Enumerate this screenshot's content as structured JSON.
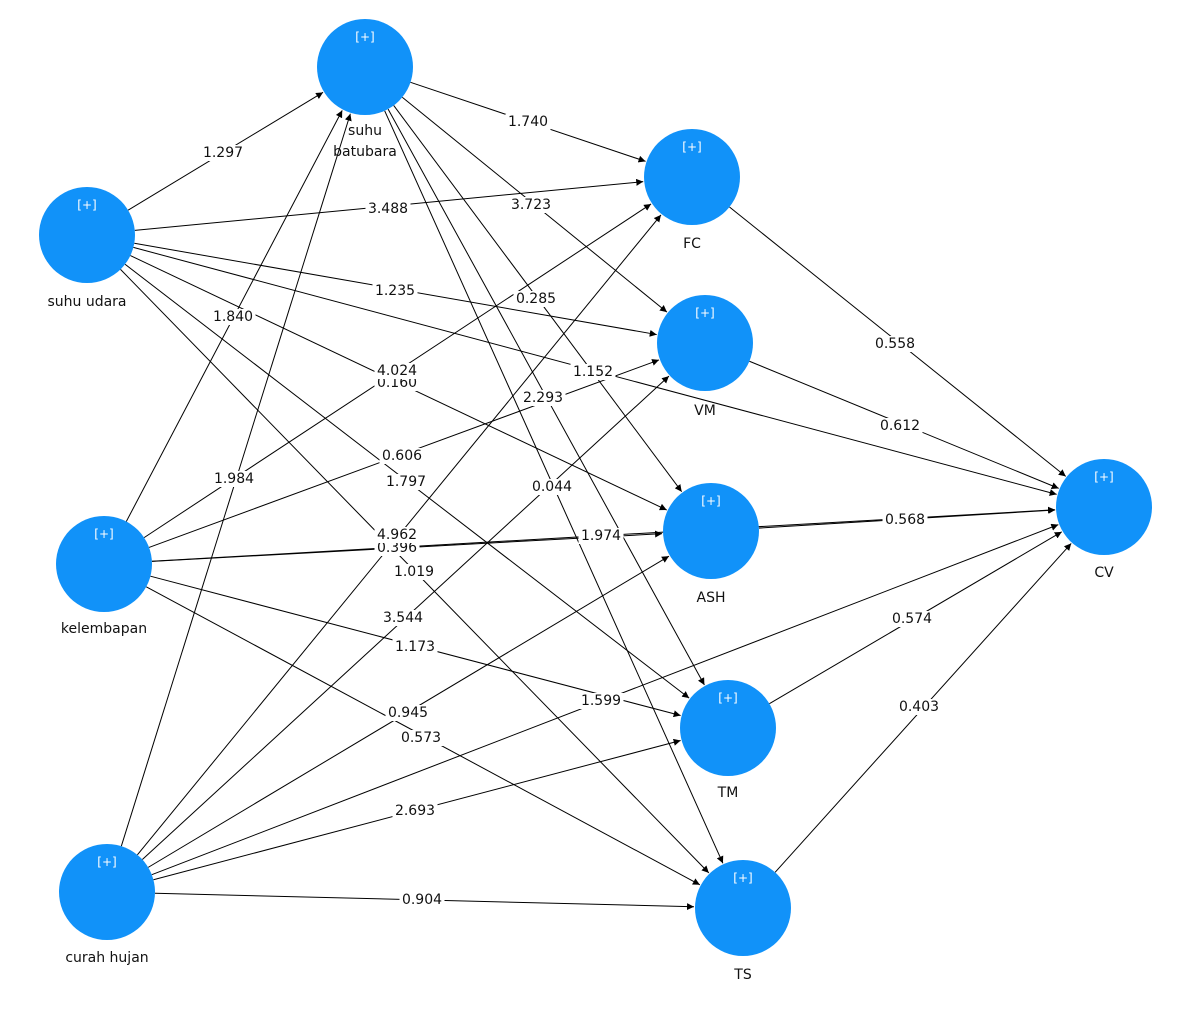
{
  "plus_symbol": "[+]",
  "nodes": [
    {
      "id": "suhu_udara",
      "label": "suhu udara",
      "color": "#1192f9"
    },
    {
      "id": "suhu_batubara",
      "label": "suhu\nbatubara",
      "color": "#1192f9"
    },
    {
      "id": "kelembapan",
      "label": "kelembapan",
      "color": "#1192f9"
    },
    {
      "id": "curah_hujan",
      "label": "curah hujan",
      "color": "#1192f9"
    },
    {
      "id": "FC",
      "label": "FC",
      "color": "#1192f9"
    },
    {
      "id": "VM",
      "label": "VM",
      "color": "#1192f9"
    },
    {
      "id": "ASH",
      "label": "ASH",
      "color": "#1192f9"
    },
    {
      "id": "TM",
      "label": "TM",
      "color": "#1192f9"
    },
    {
      "id": "TS",
      "label": "TS",
      "color": "#1192f9"
    },
    {
      "id": "CV",
      "label": "CV",
      "color": "#1192f9"
    }
  ],
  "edges": [
    {
      "from": "suhu_udara",
      "to": "suhu_batubara",
      "label": "1.297"
    },
    {
      "from": "suhu_udara",
      "to": "FC",
      "label": "3.488"
    },
    {
      "from": "suhu_udara",
      "to": "VM",
      "label": "1.235"
    },
    {
      "from": "suhu_udara",
      "to": "ASH",
      "label": "0.160"
    },
    {
      "from": "suhu_udara",
      "to": "TM",
      "label": "1.797"
    },
    {
      "from": "suhu_udara",
      "to": "TS",
      "label": "0.396"
    },
    {
      "from": "suhu_udara",
      "to": "CV",
      "label": "1.152"
    },
    {
      "from": "suhu_batubara",
      "to": "FC",
      "label": "1.740"
    },
    {
      "from": "suhu_batubara",
      "to": "VM",
      "label": "3.723"
    },
    {
      "from": "suhu_batubara",
      "to": "ASH",
      "label": "0.285"
    },
    {
      "from": "suhu_batubara",
      "to": "TM",
      "label": "2.293"
    },
    {
      "from": "suhu_batubara",
      "to": "TS",
      "label": "0.044"
    },
    {
      "from": "kelembapan",
      "to": "suhu_batubara",
      "label": "1.840"
    },
    {
      "from": "kelembapan",
      "to": "FC",
      "label": "4.024"
    },
    {
      "from": "kelembapan",
      "to": "VM",
      "label": "0.606"
    },
    {
      "from": "kelembapan",
      "to": "ASH",
      "label": "4.962"
    },
    {
      "from": "kelembapan",
      "to": "TM",
      "label": "1.173"
    },
    {
      "from": "kelembapan",
      "to": "TS",
      "label": "0.573"
    },
    {
      "from": "curah_hujan",
      "to": "suhu_batubara",
      "label": "1.984"
    },
    {
      "from": "curah_hujan",
      "to": "FC",
      "label": "3.544"
    },
    {
      "from": "curah_hujan",
      "to": "VM",
      "label": "1.019"
    },
    {
      "from": "curah_hujan",
      "to": "ASH",
      "label": "0.945"
    },
    {
      "from": "curah_hujan",
      "to": "TM",
      "label": "2.693"
    },
    {
      "from": "curah_hujan",
      "to": "TS",
      "label": "0.904"
    },
    {
      "from": "curah_hujan",
      "to": "CV",
      "label": "1.599"
    },
    {
      "from": "kelembapan",
      "to": "CV",
      "label": "1.974"
    },
    {
      "from": "FC",
      "to": "CV",
      "label": "0.558"
    },
    {
      "from": "VM",
      "to": "CV",
      "label": "0.612"
    },
    {
      "from": "ASH",
      "to": "CV",
      "label": "0.568"
    },
    {
      "from": "TM",
      "to": "CV",
      "label": "0.574"
    },
    {
      "from": "TS",
      "to": "CV",
      "label": "0.403"
    }
  ]
}
